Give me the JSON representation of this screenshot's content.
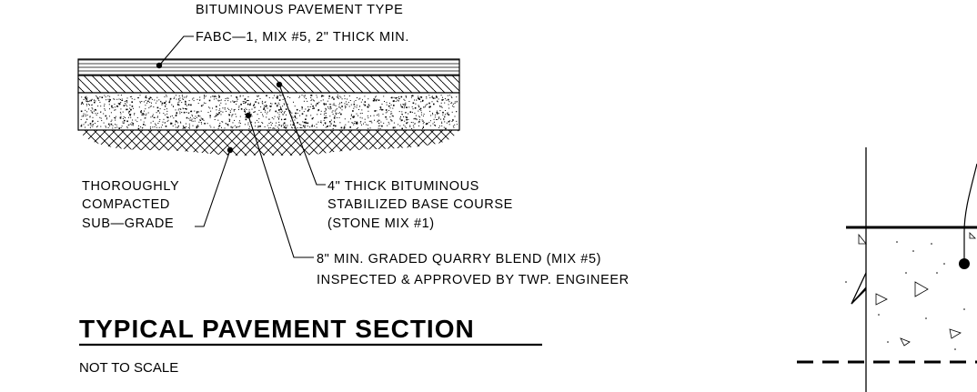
{
  "drawing": {
    "notes": {
      "surface_line1": "BITUMINOUS PAVEMENT TYPE",
      "surface_line2": "FABC—1, MIX #5, 2\" THICK MIN.",
      "subgrade_line1": "THOROUGHLY",
      "subgrade_line2": "COMPACTED",
      "subgrade_line3": "SUB—GRADE",
      "base_line1": "4\" THICK BITUMINOUS",
      "base_line2": "STABILIZED BASE COURSE",
      "base_line3": "(STONE MIX #1)",
      "blend_line1": "8\" MIN. GRADED QUARRY BLEND (MIX #5)",
      "blend_line2": "INSPECTED & APPROVED BY TWP. ENGINEER"
    },
    "title": "TYPICAL PAVEMENT SECTION",
    "subtitle": "NOT TO SCALE"
  }
}
